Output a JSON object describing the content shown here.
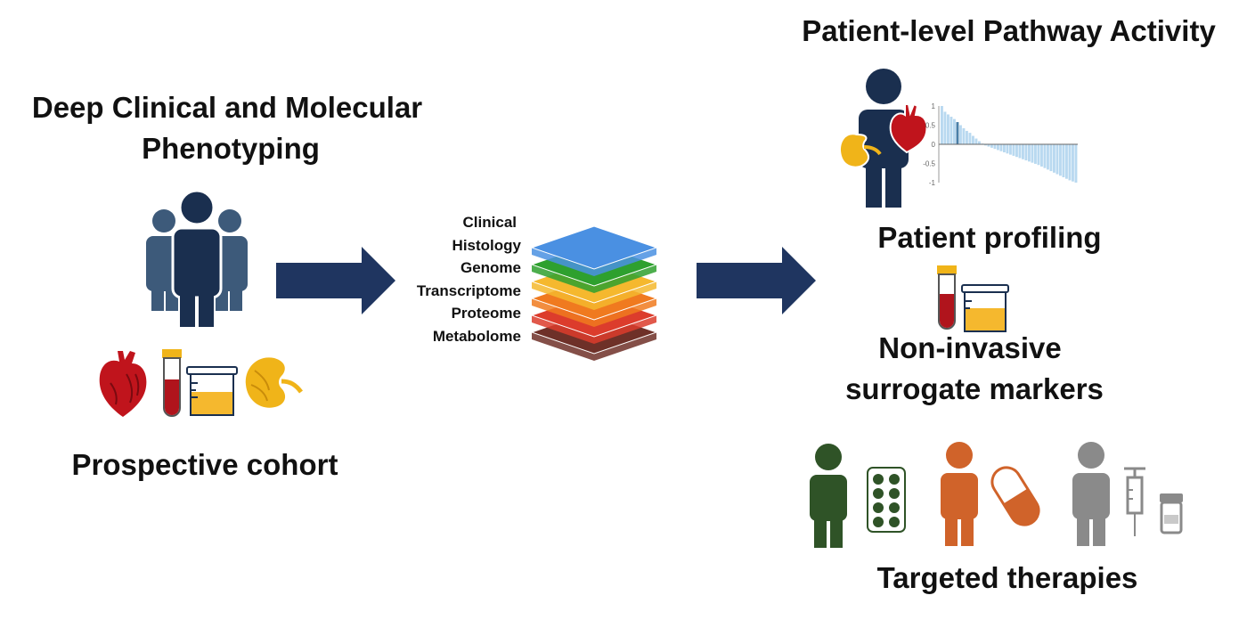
{
  "left": {
    "title_line1": "Deep Clinical and Molecular",
    "title_line2": "Phenotyping",
    "caption": "Prospective cohort"
  },
  "layers": [
    "Clinical",
    "Histology",
    "Genome",
    "Transcriptome",
    "Proteome",
    "Metabolome"
  ],
  "layer_colors": [
    "#4a90e2",
    "#2ea02e",
    "#f5b82e",
    "#f07a1f",
    "#dc3c2c",
    "#6e3028"
  ],
  "right": {
    "title": "Patient-level Pathway Activity",
    "profiling": "Patient profiling",
    "markers_line1": "Non-invasive",
    "markers_line2": "surrogate markers",
    "therapies": "Targeted therapies"
  },
  "chart_data": {
    "type": "bar",
    "ylim": [
      -1,
      1
    ],
    "yticks": [
      "1",
      "0.5",
      "0",
      "-0.5",
      "-1"
    ],
    "values": [
      1.0,
      0.85,
      0.78,
      0.72,
      0.66,
      0.58,
      0.5,
      0.42,
      0.35,
      0.3,
      0.22,
      0.15,
      0.08,
      0.02,
      -0.03,
      -0.06,
      -0.09,
      -0.12,
      -0.15,
      -0.18,
      -0.21,
      -0.24,
      -0.27,
      -0.3,
      -0.33,
      -0.36,
      -0.39,
      -0.42,
      -0.45,
      -0.48,
      -0.51,
      -0.54,
      -0.58,
      -0.62,
      -0.66,
      -0.7,
      -0.74,
      -0.78,
      -0.82,
      -0.86,
      -0.9,
      -0.94,
      -0.97,
      -1.0
    ],
    "highlight_index": 5
  },
  "colors": {
    "navy": "#1a2f4f",
    "arrow": "#1f3560",
    "person_side": "#3d5a7a",
    "heart": "#c0141c",
    "blood": "#b0141c",
    "kidney": "#f0b419",
    "urine": "#f5b82e",
    "green_person": "#2f5327",
    "orange_person": "#d0632a",
    "gray_person": "#8a8a8a"
  },
  "icons": [
    "group-icon",
    "heart-icon",
    "blood-tube-icon",
    "urine-cup-icon",
    "kidney-icon",
    "layer-stack-icon",
    "patient-icon",
    "pill-blister-icon",
    "capsule-icon",
    "syringe-icon",
    "vial-icon"
  ]
}
